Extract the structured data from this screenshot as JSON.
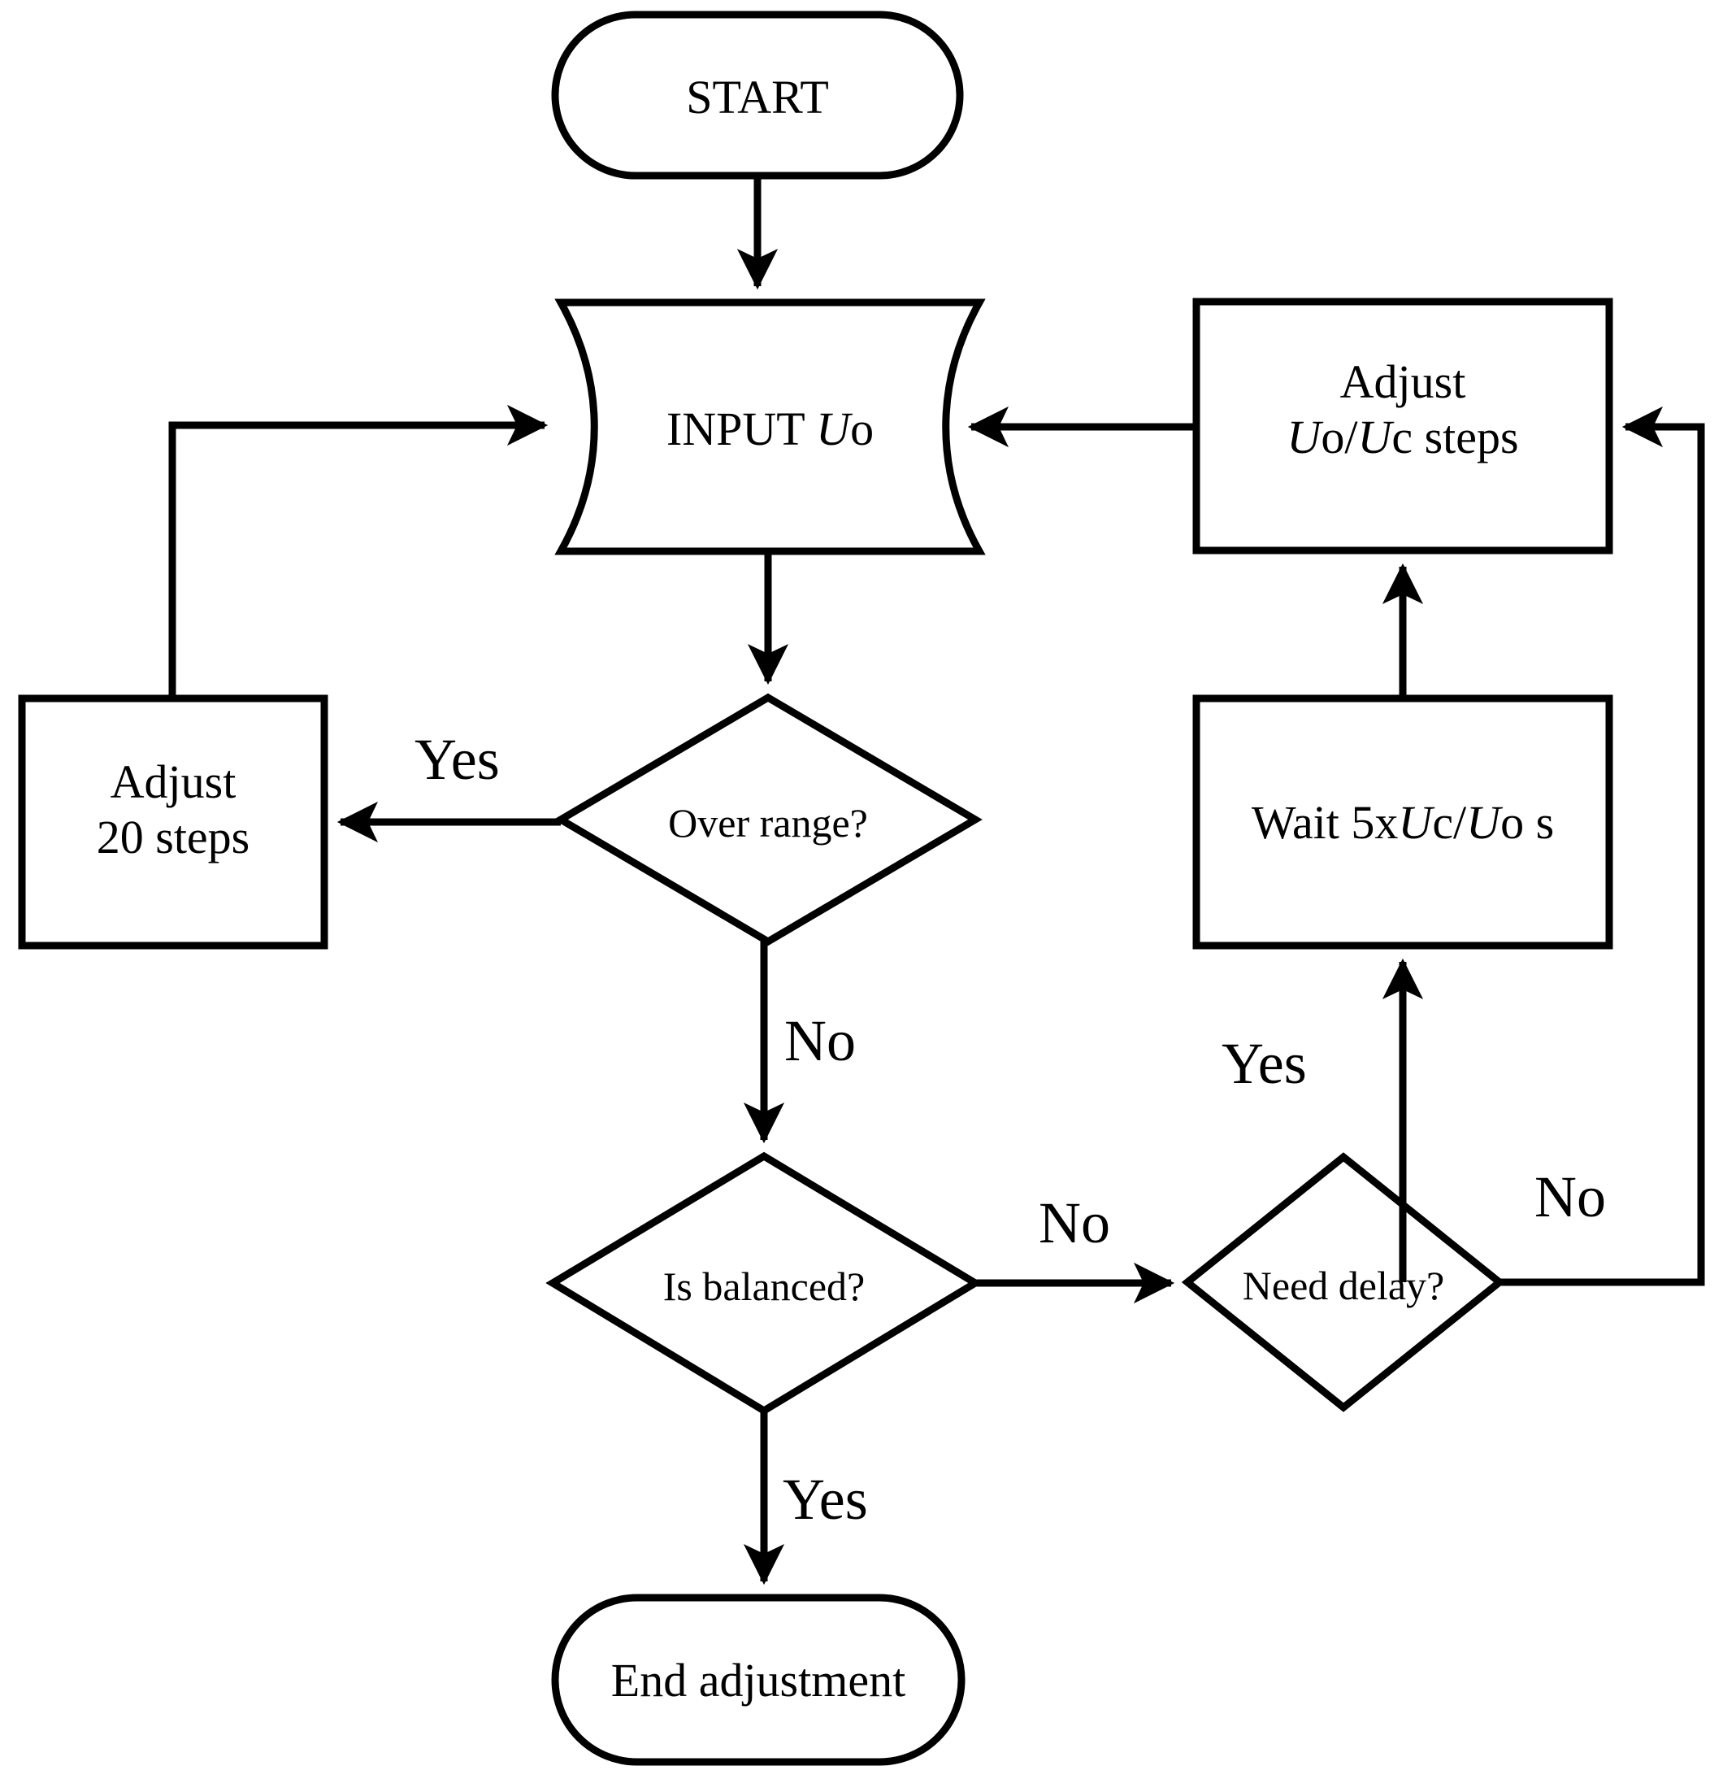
{
  "diagram": {
    "title": "Voltage adjustment flowchart",
    "background_color": "#ffffff",
    "stroke_color": "#000000",
    "stroke_width": 9,
    "nodes": [
      {
        "id": "start",
        "shape": "terminal",
        "label": "START"
      },
      {
        "id": "input-uo",
        "shape": "stored-data",
        "label_plain": "INPUT Uo",
        "label_pre": "INPUT ",
        "label_italic": "U",
        "label_post": "o"
      },
      {
        "id": "adjust-ratio",
        "shape": "process",
        "label_line1": "Adjust",
        "label_line2_pre": "",
        "label_line2_italic1": "U",
        "label_line2_mid1": "o/",
        "label_line2_italic2": "U",
        "label_line2_post": "c steps",
        "label_plain": "Adjust\nUo/Uc steps"
      },
      {
        "id": "over-range",
        "shape": "decision",
        "label": "Over range?"
      },
      {
        "id": "adjust-20",
        "shape": "process",
        "label_line1": "Adjust",
        "label_line2": "20 steps",
        "label_plain": "Adjust\n20 steps"
      },
      {
        "id": "wait",
        "shape": "process",
        "label_pre": "Wait 5x",
        "label_italic1": "U",
        "label_mid1": "c/",
        "label_italic2": "U",
        "label_post": "o s",
        "label_plain": "Wait 5xUc/Uo s"
      },
      {
        "id": "is-balanced",
        "shape": "decision",
        "label": "Is balanced?"
      },
      {
        "id": "need-delay",
        "shape": "decision",
        "label": "Need delay?"
      },
      {
        "id": "end",
        "shape": "terminal",
        "label": "End adjustment"
      }
    ],
    "edge_labels": [
      {
        "id": "yes-over-range",
        "text": "Yes"
      },
      {
        "id": "no-over-range",
        "text": "No"
      },
      {
        "id": "no-is-balanced",
        "text": "No"
      },
      {
        "id": "yes-is-balanced",
        "text": "Yes"
      },
      {
        "id": "yes-need-delay",
        "text": "Yes"
      },
      {
        "id": "no-need-delay",
        "text": "No"
      }
    ]
  }
}
